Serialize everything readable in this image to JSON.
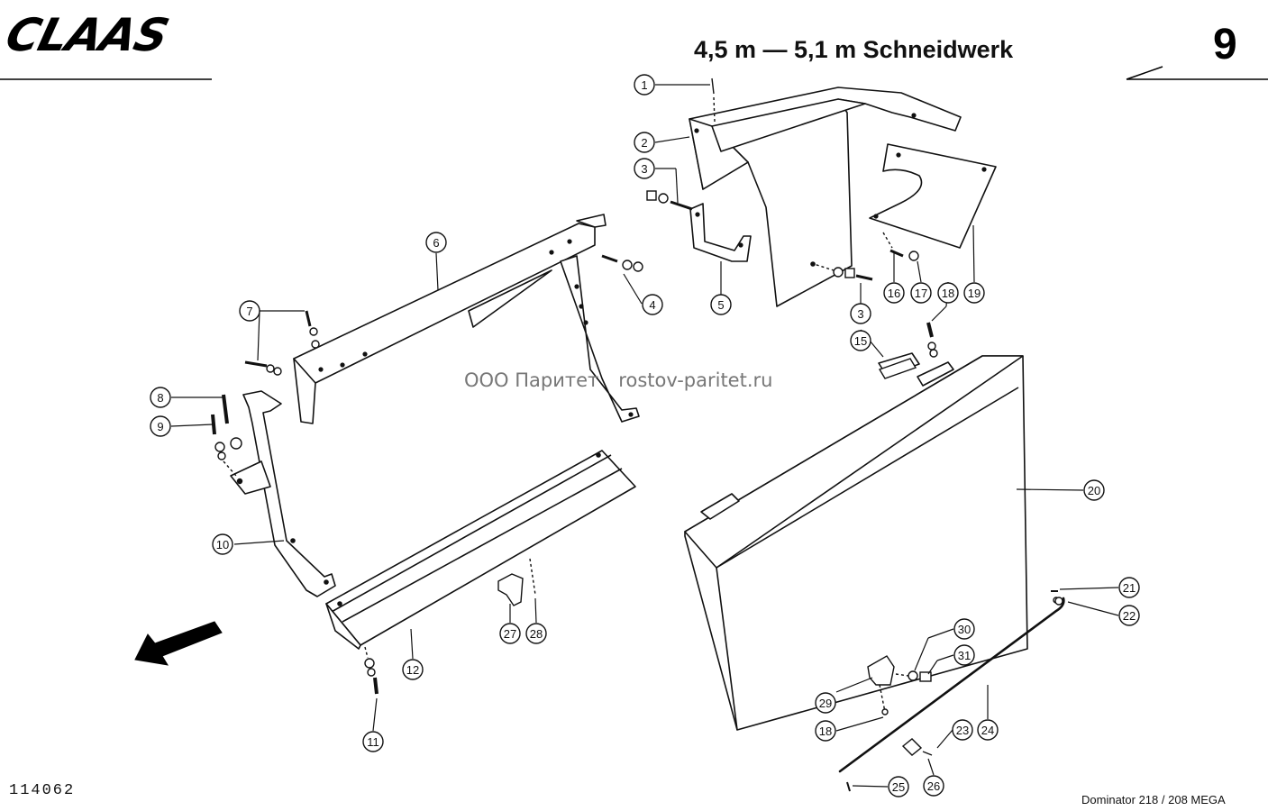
{
  "header": {
    "brand": "CLAAS",
    "title": "4,5 m — 5,1 m Schneidwerk",
    "page_number": "9"
  },
  "footer": {
    "figure_number": "114062",
    "model": "Dominator 218 / 208 MEGA"
  },
  "watermark": {
    "company": "ООО Паритет",
    "website": "rostov-paritet.ru"
  },
  "callouts": [
    {
      "id": "c1",
      "label": "1"
    },
    {
      "id": "c2",
      "label": "2"
    },
    {
      "id": "c3a",
      "label": "3"
    },
    {
      "id": "c3b",
      "label": "3"
    },
    {
      "id": "c4",
      "label": "4"
    },
    {
      "id": "c5",
      "label": "5"
    },
    {
      "id": "c6",
      "label": "6"
    },
    {
      "id": "c7",
      "label": "7"
    },
    {
      "id": "c8",
      "label": "8"
    },
    {
      "id": "c9",
      "label": "9"
    },
    {
      "id": "c10",
      "label": "10"
    },
    {
      "id": "c11",
      "label": "11"
    },
    {
      "id": "c12",
      "label": "12"
    },
    {
      "id": "c15",
      "label": "15"
    },
    {
      "id": "c16",
      "label": "16"
    },
    {
      "id": "c17",
      "label": "17"
    },
    {
      "id": "c18a",
      "label": "18"
    },
    {
      "id": "c18b",
      "label": "18"
    },
    {
      "id": "c19",
      "label": "19"
    },
    {
      "id": "c20",
      "label": "20"
    },
    {
      "id": "c21",
      "label": "21"
    },
    {
      "id": "c22",
      "label": "22"
    },
    {
      "id": "c23",
      "label": "23"
    },
    {
      "id": "c24",
      "label": "24"
    },
    {
      "id": "c25",
      "label": "25"
    },
    {
      "id": "c26",
      "label": "26"
    },
    {
      "id": "c27",
      "label": "27"
    },
    {
      "id": "c28",
      "label": "28"
    },
    {
      "id": "c29",
      "label": "29"
    },
    {
      "id": "c30",
      "label": "30"
    },
    {
      "id": "c31",
      "label": "31"
    }
  ],
  "icons": {
    "direction_arrow": "arrow-down-left-icon"
  }
}
